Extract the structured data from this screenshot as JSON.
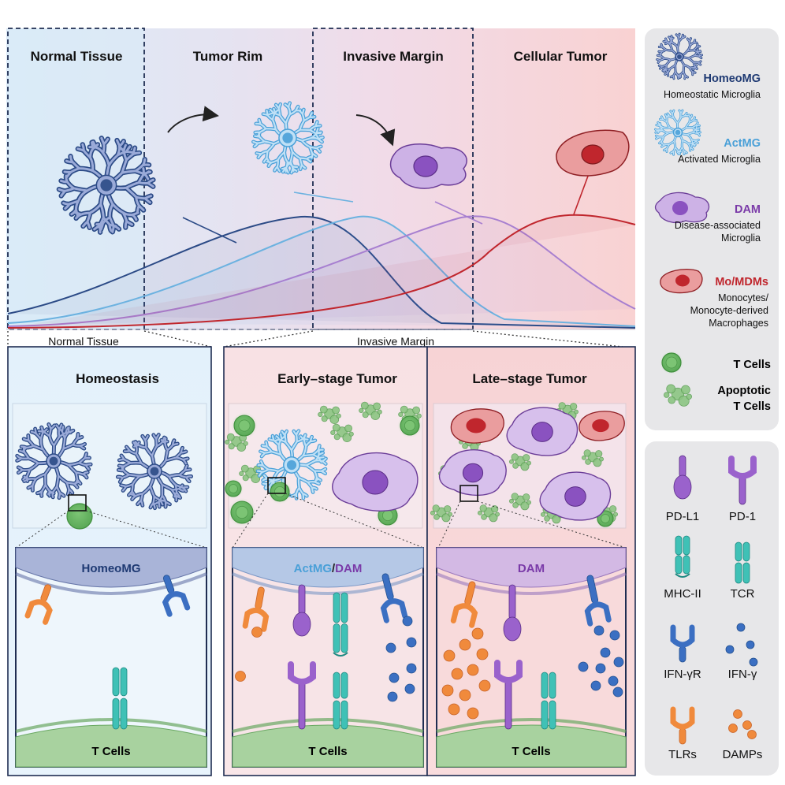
{
  "top_panel": {
    "regions": [
      "Normal Tissue",
      "Tumor Rim",
      "Invasive Margin",
      "Cellular Tumor"
    ],
    "bottom_labels": [
      "Normal Tissue",
      "Invasive Margin"
    ]
  },
  "stages": [
    {
      "title": "Homeostasis",
      "membrane_label": "HomeoMG",
      "cell_label": "T Cells"
    },
    {
      "title": "Early–stage Tumor",
      "membrane_label_a": "ActMG",
      "membrane_sep": "/",
      "membrane_label_b": "DAM",
      "cell_label": "T Cells"
    },
    {
      "title": "Late–stage Tumor",
      "membrane_label": "DAM",
      "cell_label": "T Cells"
    }
  ],
  "legend_cells": [
    {
      "title": "HomeoMG",
      "desc": "Homeostatic Microglia",
      "color": "#1f3a73",
      "icon": "homeostatic-microglia-icon"
    },
    {
      "title": "ActMG",
      "desc": "Activated Microglia",
      "color": "#4aa0d8",
      "icon": "activated-microglia-icon"
    },
    {
      "title": "DAM",
      "desc1": "Disease-associated",
      "desc2": "Microglia",
      "color": "#7a3aa8",
      "icon": "dam-icon"
    },
    {
      "title": "Mo/MDMs",
      "desc1": "Monocytes/",
      "desc2": "Monocyte-derived",
      "desc3": "Macrophages",
      "color": "#c0262d",
      "icon": "mo-mdm-icon"
    },
    {
      "title": "T Cells",
      "color": "#111111",
      "icon": "t-cell-icon"
    },
    {
      "title1": "Apoptotic",
      "title2": "T Cells",
      "color": "#111111",
      "icon": "apoptotic-t-cell-icon"
    }
  ],
  "legend_receptors": [
    {
      "label": "PD-L1",
      "icon": "pd-l1-icon"
    },
    {
      "label": "PD-1",
      "icon": "pd-1-icon"
    },
    {
      "label": "MHC-II",
      "icon": "mhc-ii-icon"
    },
    {
      "label": "TCR",
      "icon": "tcr-icon"
    },
    {
      "label": "IFN-γR",
      "icon": "ifn-gamma-r-icon"
    },
    {
      "label": "IFN-γ",
      "icon": "ifn-gamma-icon"
    },
    {
      "label": "TLRs",
      "icon": "tlrs-icon"
    },
    {
      "label": "DAMPs",
      "icon": "damps-icon"
    }
  ],
  "colors": {
    "homeo": "#2b4a86",
    "act": "#4aa0d8",
    "dam": "#8a52c0",
    "mo": "#c0262d",
    "tcell": "#5fae5a",
    "pd": "#8a52c0",
    "teal": "#2aa9a0",
    "ifn": "#3b6fc2",
    "tlr": "#f08a3c"
  }
}
